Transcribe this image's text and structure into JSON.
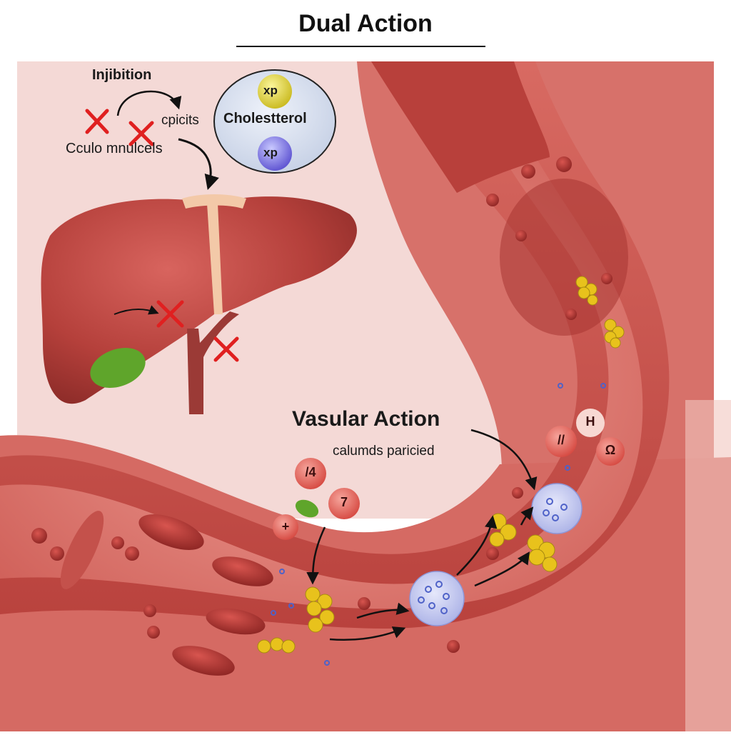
{
  "title": "Dual Action",
  "liver_panel": {
    "inhibition_label": "Injibition",
    "cycle_label": "cpicits",
    "micelles_label": "Cculo mnulcels",
    "cholesterol_bubble": {
      "label": "Cholestterol",
      "top_molecule": "xp",
      "bottom_molecule": "xp"
    }
  },
  "vascular_panel": {
    "heading": "Vasular Action",
    "particles_label": "calumds paricied",
    "badges": [
      "/4",
      "7",
      "+",
      "//",
      "H",
      "Ω"
    ]
  },
  "colors": {
    "background_pink": "#f4d9d6",
    "tissue_red": "#c9504c",
    "liver_red": "#b53a36",
    "block_mark_red": "#e02020",
    "gallbladder_green": "#5fa52b",
    "plaque_yellow": "#e8c21c",
    "particle_blue": "#5c6fd0"
  }
}
